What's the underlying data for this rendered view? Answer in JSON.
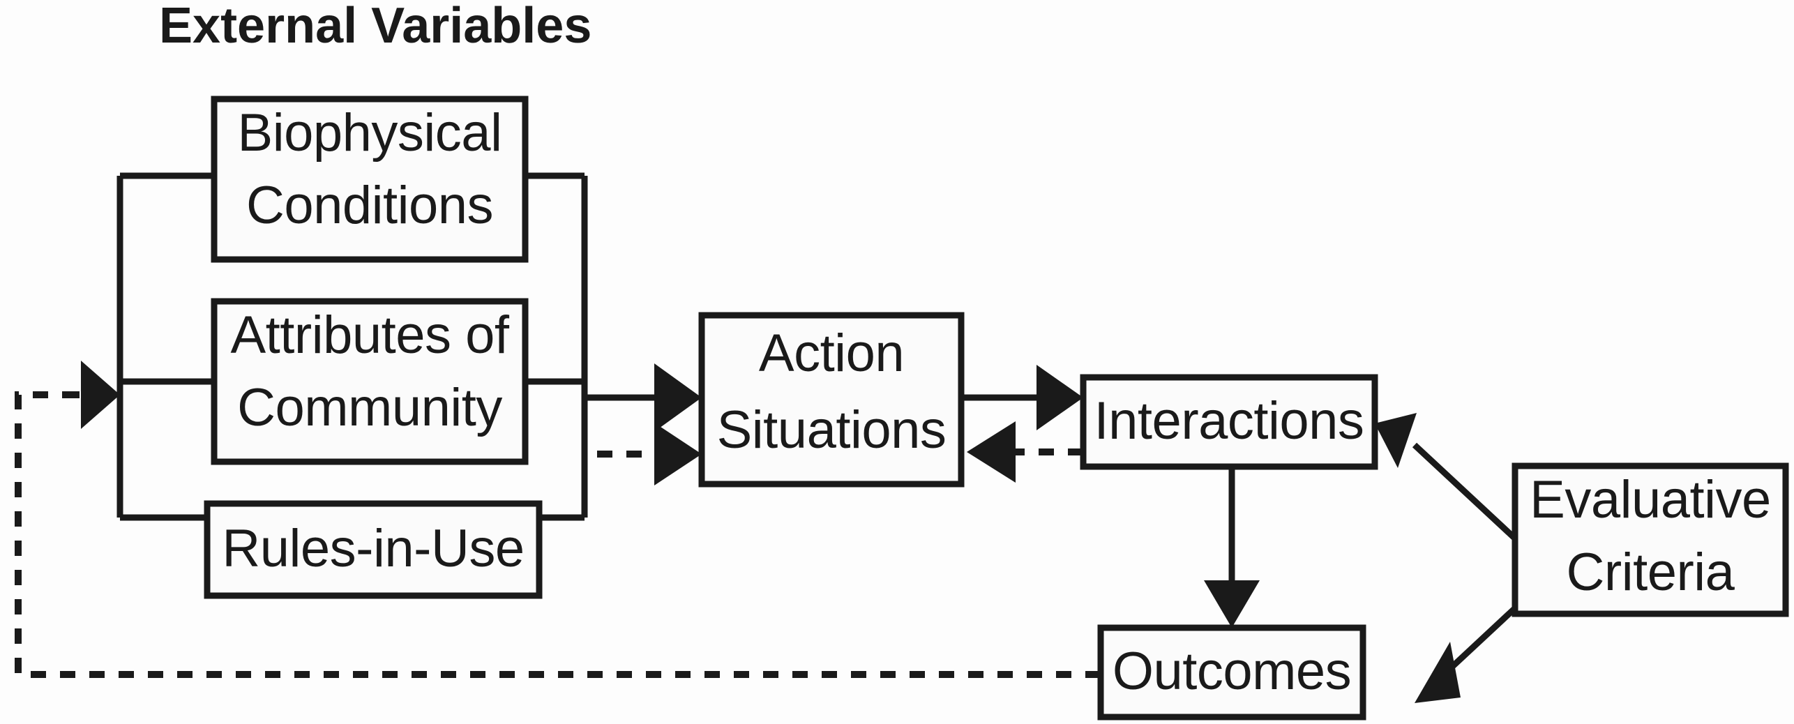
{
  "diagram": {
    "title": "External Variables",
    "kind": "flow-diagram",
    "colors": {
      "stroke": "#1a1a1a",
      "box_fill": "#fbfbfb",
      "background": "#ffffff"
    },
    "nodes": {
      "biophysical": {
        "label_line1": "Biophysical",
        "label_line2": "Conditions"
      },
      "attributes": {
        "label_line1": "Attributes of",
        "label_line2": "Community"
      },
      "rules": {
        "label_line1": "Rules-in-Use"
      },
      "action_situations": {
        "label_line1": "Action",
        "label_line2": "Situations"
      },
      "interactions": {
        "label_line1": "Interactions"
      },
      "outcomes": {
        "label_line1": "Outcomes"
      },
      "evaluative_criteria": {
        "label_line1": "Evaluative",
        "label_line2": "Criteria"
      }
    },
    "edges": [
      {
        "name": "external-variables-to-action-situations",
        "style": "solid",
        "direction": "right"
      },
      {
        "name": "feedback-to-action-situations",
        "style": "dashed",
        "direction": "right"
      },
      {
        "name": "action-situations-to-interactions",
        "style": "solid",
        "direction": "right"
      },
      {
        "name": "interactions-to-action-situations",
        "style": "dashed",
        "direction": "left"
      },
      {
        "name": "interactions-to-outcomes",
        "style": "solid",
        "direction": "down"
      },
      {
        "name": "evaluative-criteria-to-interactions",
        "style": "solid",
        "direction": "up-left"
      },
      {
        "name": "evaluative-criteria-to-outcomes",
        "style": "solid",
        "direction": "down-left"
      },
      {
        "name": "outcomes-to-external-variables-feedback",
        "style": "dashed",
        "direction": "left-up"
      }
    ]
  }
}
